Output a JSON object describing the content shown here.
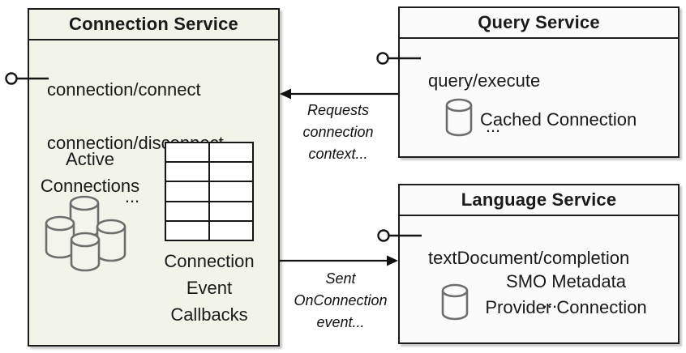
{
  "diagram": {
    "connection_service": {
      "title": "Connection Service",
      "methods": [
        "connection/connect",
        "connection/disconnect"
      ],
      "ellipsis": "...",
      "active_connections_label": "Active\nConnections",
      "callbacks_label": "Connection\nEvent\nCallbacks"
    },
    "query_service": {
      "title": "Query Service",
      "methods": [
        "query/execute"
      ],
      "ellipsis": "...",
      "cache_label": "Cached Connection"
    },
    "language_service": {
      "title": "Language Service",
      "methods": [
        "textDocument/completion"
      ],
      "ellipsis": "...",
      "smo_label": "SMO Metadata\nProvider Connection"
    },
    "arrows": {
      "requests_label": "Requests\nconnection\ncontext...",
      "sent_label": "Sent\nOnConnection\nevent..."
    },
    "colors": {
      "connection_box_bg": "#f2f4ea",
      "service_box_bg": "#fbfbfb",
      "border": "#1c1c1c",
      "cylinder_stroke": "#6e6e6e"
    }
  }
}
